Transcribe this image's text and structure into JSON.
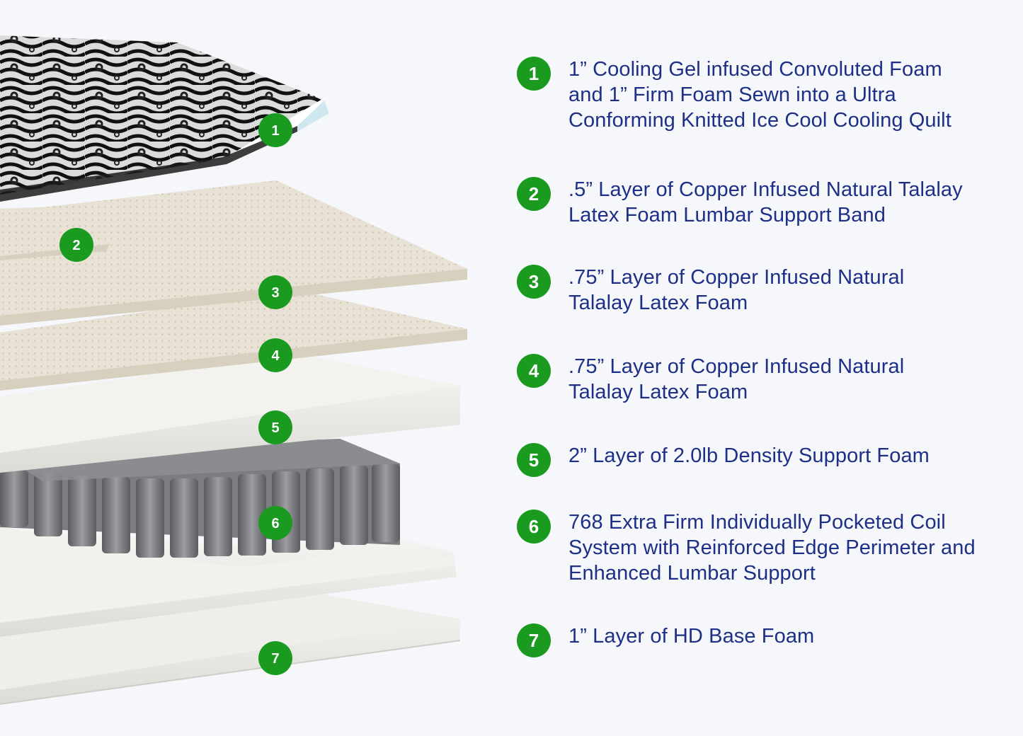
{
  "colors": {
    "background": "#f5f7fa",
    "badge": "#1a9a1f",
    "text": "#1d2f86",
    "latex": "#e9e4da",
    "foam": "#f1f0ec",
    "coil": "#6f7175"
  },
  "badges": [
    "1",
    "2",
    "3",
    "4",
    "5",
    "6",
    "7"
  ],
  "layers": [
    {
      "number": "1",
      "text": "1” Cooling Gel infused Convoluted Foam\nand 1” Firm Foam Sewn into a Ultra\nConforming Knitted Ice Cool Cooling Quilt"
    },
    {
      "number": "2",
      "text": ".5” Layer of Copper Infused Natural Talalay\nLatex Foam Lumbar Support Band"
    },
    {
      "number": "3",
      "text": ".75” Layer of Copper Infused Natural\nTalalay Latex Foam"
    },
    {
      "number": "4",
      "text": ".75” Layer of Copper Infused Natural\nTalalay Latex Foam"
    },
    {
      "number": "5",
      "text": "2” Layer of 2.0lb Density Support Foam"
    },
    {
      "number": "6",
      "text": "768 Extra Firm Individually Pocketed Coil\nSystem with Reinforced Edge Perimeter and\nEnhanced Lumbar Support"
    },
    {
      "number": "7",
      "text": "1” Layer of HD Base Foam"
    }
  ]
}
